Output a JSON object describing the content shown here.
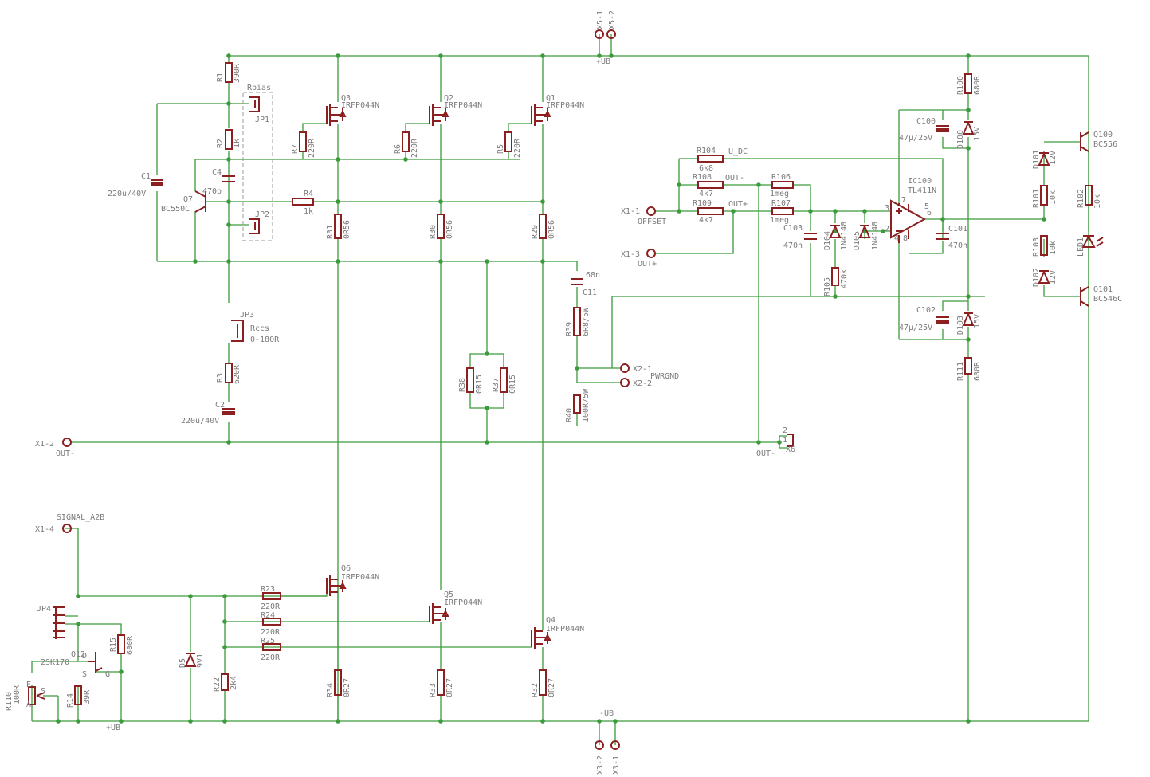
{
  "supply": {
    "pos_rail_label": "+UB",
    "neg_rail_label": "-UB",
    "x5_1": "X5-1",
    "x5_2": "X5-2",
    "x3_2": "X3-2",
    "x3_1": "X3-1"
  },
  "resistors": {
    "R1": {
      "name": "R1",
      "value": "390R"
    },
    "R2": {
      "name": "R2",
      "value": "1k"
    },
    "R3": {
      "name": "R3",
      "value": "620R"
    },
    "R4": {
      "name": "R4",
      "value": "1k"
    },
    "R5": {
      "name": "R5",
      "value": "220R"
    },
    "R6": {
      "name": "R6",
      "value": "220R"
    },
    "R7": {
      "name": "R7",
      "value": "220R"
    },
    "R29": {
      "name": "R29",
      "value": "0R56"
    },
    "R30": {
      "name": "R30",
      "value": "0R56"
    },
    "R31": {
      "name": "R31",
      "value": "0R56"
    },
    "R32": {
      "name": "R32",
      "value": "0R27"
    },
    "R33": {
      "name": "R33",
      "value": "0R27"
    },
    "R34": {
      "name": "R34",
      "value": "0R27"
    },
    "R37": {
      "name": "R37",
      "value": "0R15"
    },
    "R38": {
      "name": "R38",
      "value": "0R15"
    },
    "R39": {
      "name": "R39",
      "value": "6R8/5W"
    },
    "R40": {
      "name": "R40",
      "value": "100R/5W"
    },
    "R14": {
      "name": "R14",
      "value": "39R"
    },
    "R15": {
      "name": "R15",
      "value": "680R"
    },
    "R22": {
      "name": "R22",
      "value": "2k4"
    },
    "R23": {
      "name": "R23",
      "value": "220R"
    },
    "R24": {
      "name": "R24",
      "value": "220R"
    },
    "R25": {
      "name": "R25",
      "value": "220R"
    },
    "R110": {
      "name": "R110",
      "value": "100R"
    },
    "R100": {
      "name": "R100",
      "value": "680R"
    },
    "R111": {
      "name": "R111",
      "value": "680R"
    },
    "R101": {
      "name": "R101",
      "value": "10k"
    },
    "R102": {
      "name": "R102",
      "value": "10k"
    },
    "R103": {
      "name": "R103",
      "value": "10k"
    },
    "R104": {
      "name": "R104",
      "value": "6k8"
    },
    "R105": {
      "name": "R105",
      "value": "470k"
    },
    "R106": {
      "name": "R106",
      "value": "1meg"
    },
    "R107": {
      "name": "R107",
      "value": "1meg"
    },
    "R108": {
      "name": "R108",
      "value": "4k7"
    },
    "R109": {
      "name": "R109",
      "value": "4k7"
    }
  },
  "capacitors": {
    "C1": {
      "name": "C1",
      "value": "220u/40V"
    },
    "C2": {
      "name": "C2",
      "value": "220u/40V"
    },
    "C4": {
      "name": "C4",
      "value": "470p"
    },
    "C11": {
      "name": "C11",
      "value": "68n"
    },
    "C100": {
      "name": "C100",
      "value": "47µ/25V"
    },
    "C102": {
      "name": "C102",
      "value": "47µ/25V"
    },
    "C101": {
      "name": "C101",
      "value": "470n"
    },
    "C103": {
      "name": "C103",
      "value": "470n"
    }
  },
  "transistors": {
    "Q1": {
      "name": "Q1",
      "part": "IRFP044N"
    },
    "Q2": {
      "name": "Q2",
      "part": "IRFP044N"
    },
    "Q3": {
      "name": "Q3",
      "part": "IRFP044N"
    },
    "Q4": {
      "name": "Q4",
      "part": "IRFP044N"
    },
    "Q5": {
      "name": "Q5",
      "part": "IRFP044N"
    },
    "Q6": {
      "name": "Q6",
      "part": "IRFP044N"
    },
    "Q7": {
      "name": "Q7",
      "part": "BC550C"
    },
    "Q12": {
      "name": "Q12",
      "part": "2SK170"
    },
    "Q100": {
      "name": "Q100",
      "part": "BC556"
    },
    "Q101": {
      "name": "Q101",
      "part": "BC546C"
    }
  },
  "diodes": {
    "D5": {
      "name": "D5",
      "value": "9V1"
    },
    "D100": {
      "name": "D100",
      "value": "15V"
    },
    "D103": {
      "name": "D103",
      "value": "15V"
    },
    "D101": {
      "name": "D101",
      "value": "12V"
    },
    "D102": {
      "name": "D102",
      "value": "12V"
    },
    "D104": {
      "name": "D104",
      "value": "1N4148"
    },
    "D105": {
      "name": "D105",
      "value": "1N4148"
    },
    "LED1": {
      "name": "LED1"
    }
  },
  "ic": {
    "name": "IC100",
    "part": "TL411N"
  },
  "jumpers": {
    "JP1": "JP1",
    "JP2": "JP2",
    "JP3": "JP3",
    "JP4": "JP4",
    "rbias": "Rbias",
    "rccs": "Rccs",
    "rccs_range": "0-180R"
  },
  "connectors": {
    "x1_1": "X1-1",
    "offset": "OFFSET",
    "x1_3": "X1-3",
    "out_plus": "OUT+",
    "x1_2": "X1-2",
    "out_minus": "OUT-",
    "x1_4": "X1-4",
    "signal": "SIGNAL_A2B",
    "x2_1": "X2-1",
    "x2_2": "X2-2",
    "pwrgnd": "PWRGND",
    "x6": "X6"
  },
  "nets": {
    "u_dc": "U_DC",
    "out_minus": "OUT-",
    "out_plus": "OUT+"
  },
  "pins": {
    "one": "1",
    "two": "2",
    "three": "3",
    "four": "4",
    "five": "5",
    "six": "6",
    "seven": "7",
    "eight": "8",
    "d": "D",
    "s": "S",
    "g": "G",
    "e": "E",
    "a": "A"
  }
}
